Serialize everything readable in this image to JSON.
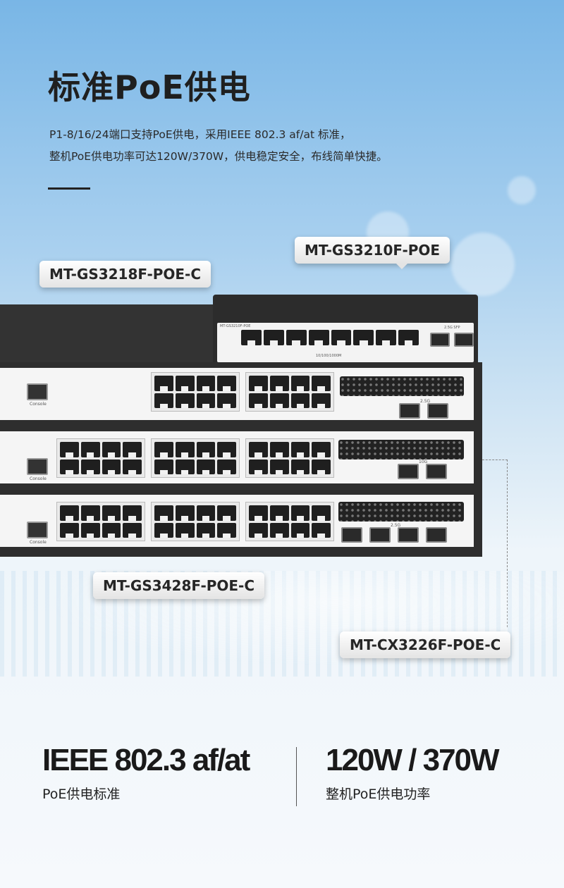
{
  "header": {
    "title": "标准PoE供电",
    "desc_line1": "P1-8/16/24端口支持PoE供电，采用IEEE 802.3 af/at 标准，",
    "desc_line2": "整机PoE供电功率可达120W/370W，供电稳定安全，布线简单快捷。"
  },
  "models": {
    "top_right": "MT-GS3210F-POE",
    "top_left": "MT-GS3218F-POE-C",
    "bottom_left": "MT-GS3428F-POE-C",
    "bottom_right": "MT-CX3226F-POE-C"
  },
  "device_labels": {
    "top_model": "MT-GS3210F-POE",
    "sfp_25g": "2.5G SFP",
    "console": "Console",
    "speed": "10/100/1000M",
    "g25": "2.5G",
    "g10": "10G"
  },
  "stats": [
    {
      "value": "IEEE 802.3 af/at",
      "label": "PoE供电标准"
    },
    {
      "value": "120W / 370W",
      "label": "整机PoE供电功率"
    }
  ],
  "colors": {
    "bg_top": "#79b6e6",
    "bg_bottom": "#f6f9fc",
    "text": "#1c1c1c"
  }
}
